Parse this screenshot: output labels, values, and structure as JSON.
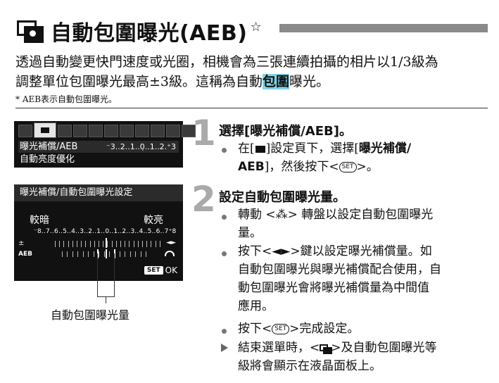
{
  "title": {
    "text": "自動包圍曝光(AEB)",
    "star": "☆"
  },
  "intro": {
    "line1": "透過自動變更快門速度或光圈，相機會為三張連續拍攝的相片以1/3級為",
    "line2_pre": "調整單位包圍曝光最高±3級。這稱為自動",
    "line2_hl": "包圍",
    "line2_post": "曝光。",
    "note": "* AEB表示自動包圍曝光。"
  },
  "lcd_menu": {
    "row1_label": "曝光補償/AEB",
    "row1_value": "⁻3..2..1..0̣..1..2.⁺3",
    "row2_label": "自動亮度優化"
  },
  "lcd_setting": {
    "header": "曝光補償/自動包圍曝光設定",
    "dark": "較暗",
    "bright": "較亮",
    "scale": "⁻8..7..6..5..4..3..2..1..0..1..2..3..4..5..6..7⁺8",
    "ev_label": "±",
    "aeb_label": "AEB",
    "set_button": "SET",
    "ok": "OK"
  },
  "caption": "自動包圍曝光量",
  "step1": {
    "num": "1",
    "title": "選擇[曝光補償/AEB]。",
    "b1_a": "在[",
    "b1_b": "]設定頁下，選擇[",
    "b1_bold": "曝光補償/",
    "b1_line2_bold": "AEB",
    "b1_line2_rest": "]，然後按下<",
    "b1_line2_end": ">。",
    "set_label": "SET"
  },
  "step2": {
    "num": "2",
    "title": "設定自動包圍曝光量。",
    "b1_l1": "轉動 <",
    "b1_dial": "⁂",
    "b1_l1_end": "> 轉盤以設定自動包圍曝光",
    "b1_l2": "量。",
    "b2_l1": "按下<◄►>鍵以設定曝光補償量。如",
    "b2_l2": "自動包圍曝光與曝光補償配合使用，自",
    "b2_l3": "動包圍曝光會將曝光補償量為中間值",
    "b2_l4": "應用。",
    "b3_pre": "按下<",
    "b3_post": ">完成設定。",
    "set_label": "SET",
    "n1_l1_pre": "結束選單時，<",
    "n1_l1_post": ">及自動包圍曝光等",
    "n1_l2": "級將會顯示在液晶面板上。"
  }
}
